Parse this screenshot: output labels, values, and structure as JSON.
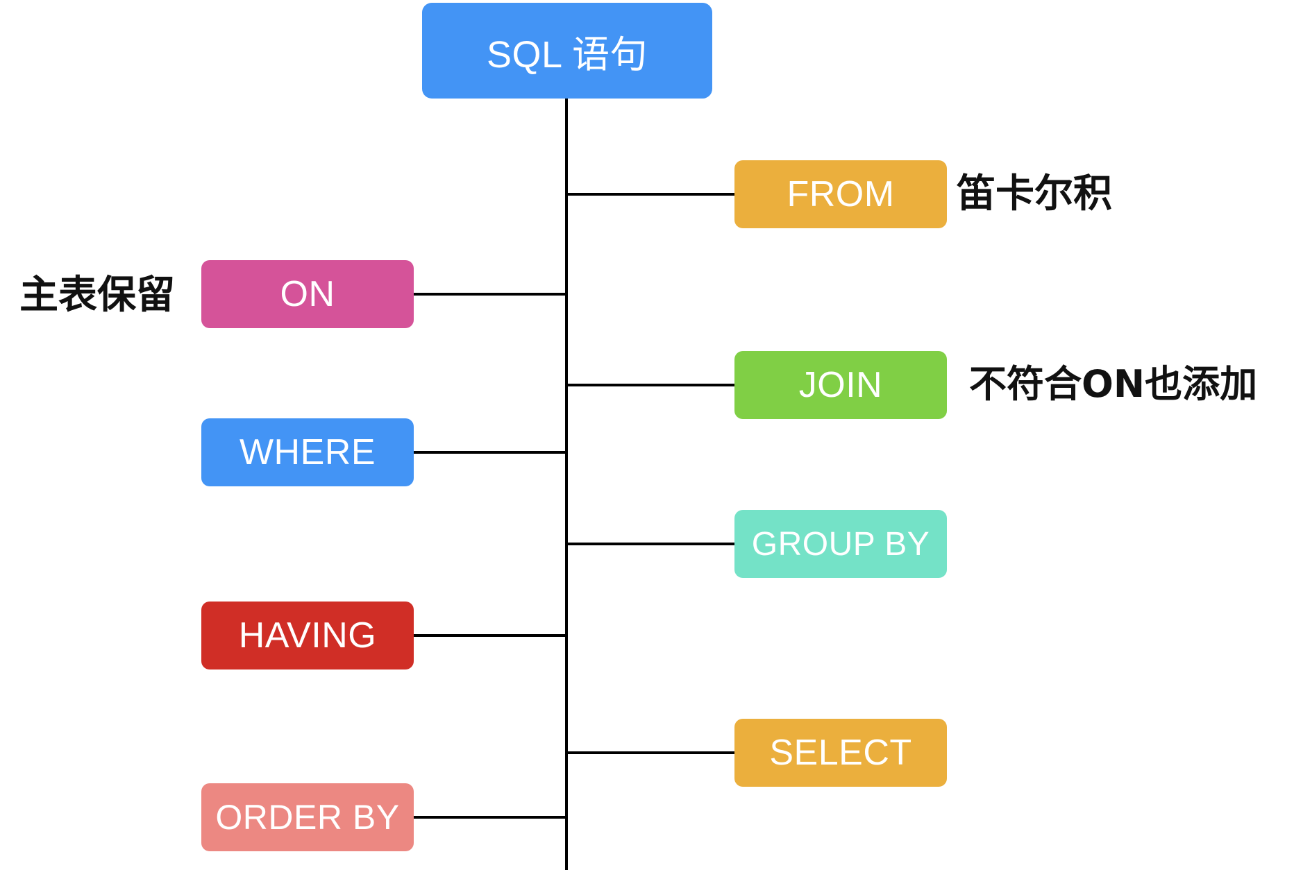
{
  "root": {
    "label": "SQL 语句",
    "color": "#4394F5"
  },
  "nodes": [
    {
      "id": "from",
      "label": "FROM",
      "side": "right",
      "color": "#EBAF3D",
      "note": "笛卡尔积"
    },
    {
      "id": "on",
      "label": "ON",
      "side": "left",
      "color": "#D55399",
      "note": "主表保留"
    },
    {
      "id": "join",
      "label": "JOIN",
      "side": "right",
      "color": "#80CF45",
      "note": "不符合ON也添加"
    },
    {
      "id": "where",
      "label": "WHERE",
      "side": "left",
      "color": "#4394F5",
      "note": ""
    },
    {
      "id": "groupby",
      "label": "GROUP BY",
      "side": "right",
      "color": "#74E2C7",
      "note": ""
    },
    {
      "id": "having",
      "label": "HAVING",
      "side": "left",
      "color": "#D02E26",
      "note": ""
    },
    {
      "id": "select",
      "label": "SELECT",
      "side": "right",
      "color": "#EBAF3D",
      "note": ""
    },
    {
      "id": "orderby",
      "label": "ORDER BY",
      "side": "left",
      "color": "#EC8882",
      "note": ""
    }
  ]
}
